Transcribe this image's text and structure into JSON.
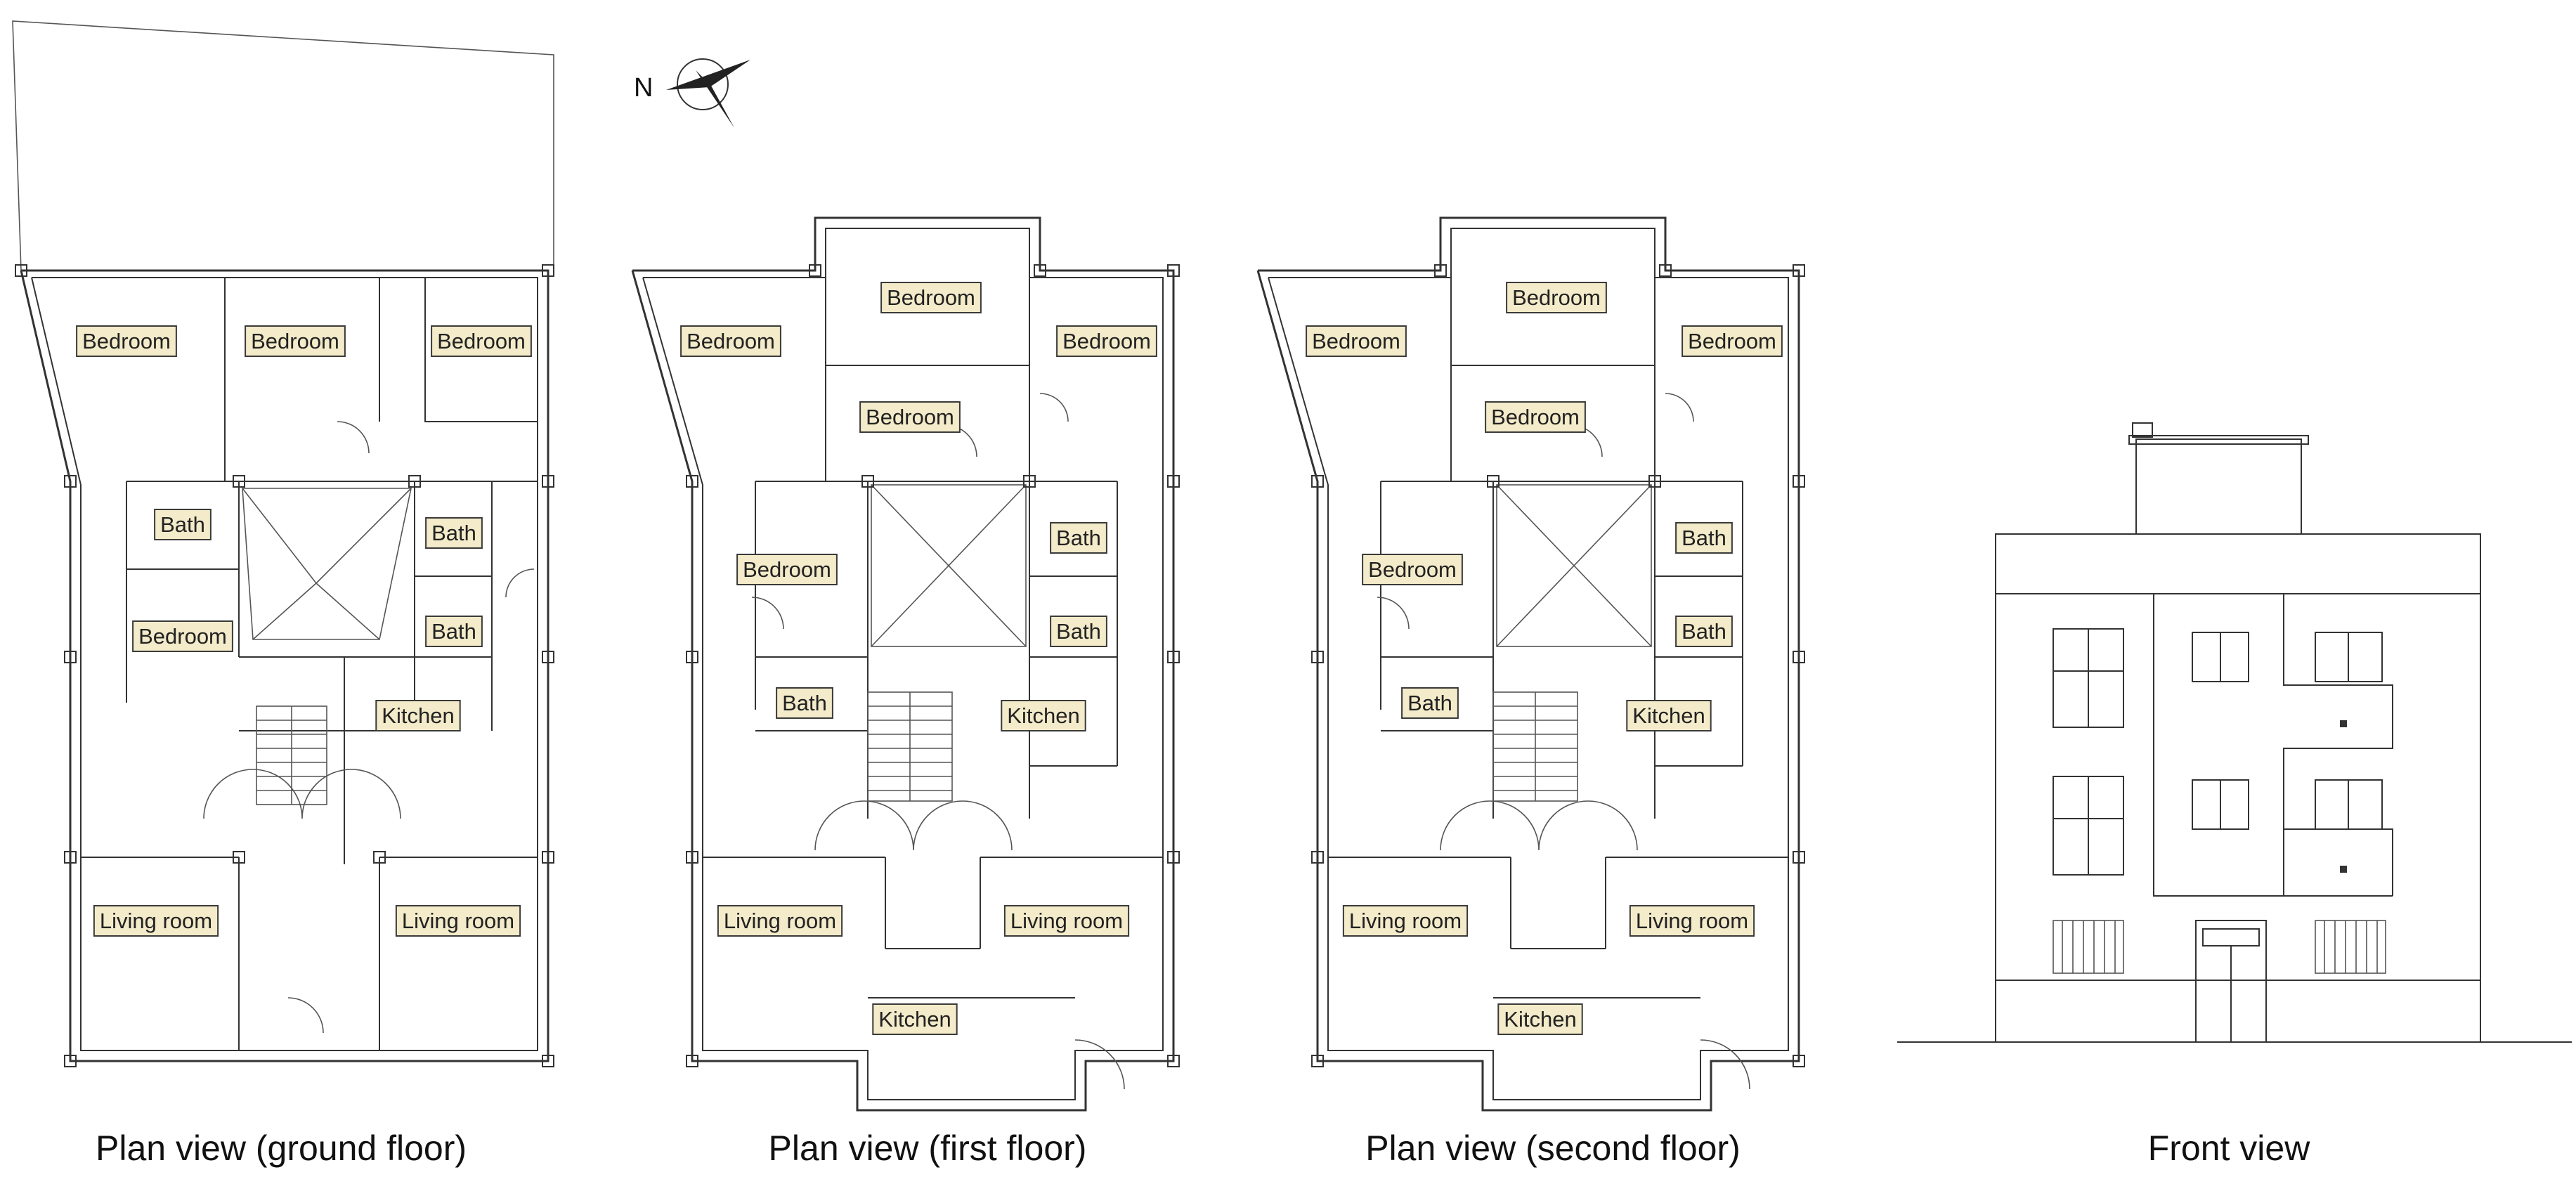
{
  "north": {
    "label": "N"
  },
  "views": [
    {
      "id": "ground",
      "caption": "Plan view (ground floor)",
      "rooms": [
        "Bedroom",
        "Bedroom",
        "Bedroom",
        "Bath",
        "Bath",
        "Bedroom",
        "Bath",
        "Kitchen",
        "Living room",
        "Living room"
      ]
    },
    {
      "id": "first",
      "caption": "Plan view (first floor)",
      "rooms": [
        "Bedroom",
        "Bedroom",
        "Bedroom",
        "Bedroom",
        "Bath",
        "Bedroom",
        "Bath",
        "Bath",
        "Kitchen",
        "Living room",
        "Living room",
        "Kitchen"
      ]
    },
    {
      "id": "second",
      "caption": "Plan view (second floor)",
      "rooms": [
        "Bedroom",
        "Bedroom",
        "Bedroom",
        "Bedroom",
        "Bath",
        "Bedroom",
        "Bath",
        "Bath",
        "Kitchen",
        "Living room",
        "Living room",
        "Kitchen"
      ]
    },
    {
      "id": "front",
      "caption": "Front view",
      "rooms": []
    }
  ]
}
